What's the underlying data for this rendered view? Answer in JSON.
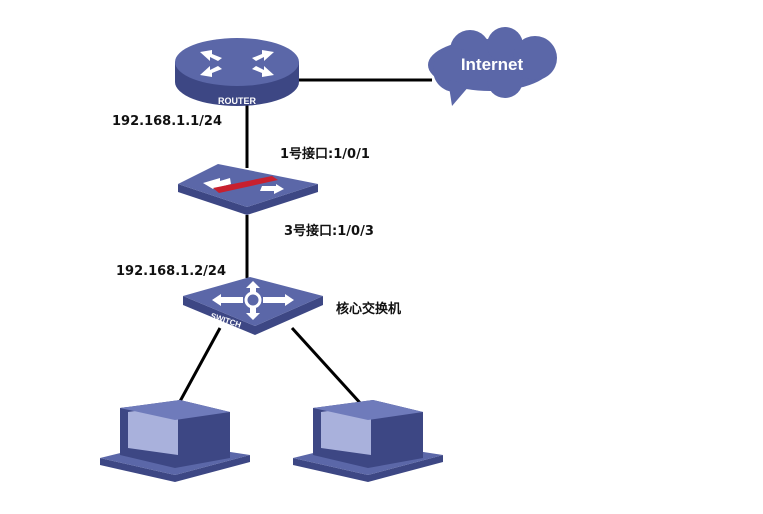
{
  "nodes": {
    "router": {
      "label": "ROUTER"
    },
    "internet": {
      "label": "Internet"
    },
    "firewall": {},
    "core_switch": {
      "label": "SWITCH",
      "name": "核心交换机"
    },
    "pc1": {},
    "pc2": {}
  },
  "labels": {
    "router_ip": "192.168.1.1/24",
    "port1": "1号接口:1/0/1",
    "port3": "3号接口:1/0/3",
    "switch_ip": "192.168.1.2/24"
  },
  "colors": {
    "device": "#5b67a8",
    "device_dark": "#3d4784",
    "accent": "#c8202e"
  }
}
